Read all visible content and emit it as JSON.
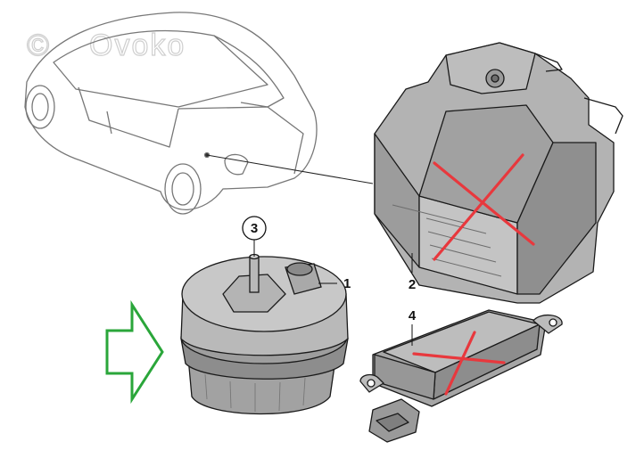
{
  "watermark": {
    "symbol": "©",
    "text": "Ovoko"
  },
  "callouts": {
    "part1": "1",
    "part2": "2",
    "part3": "3",
    "part4": "4"
  },
  "colors": {
    "cross": "#e8383d",
    "arrow": "#2aa63a",
    "part_fill": "#a9a9a9",
    "outline": "#1a1a1a"
  },
  "icons": {
    "exclusion_mark": "red-cross-icon",
    "pointer": "green-outline-arrow-icon"
  }
}
